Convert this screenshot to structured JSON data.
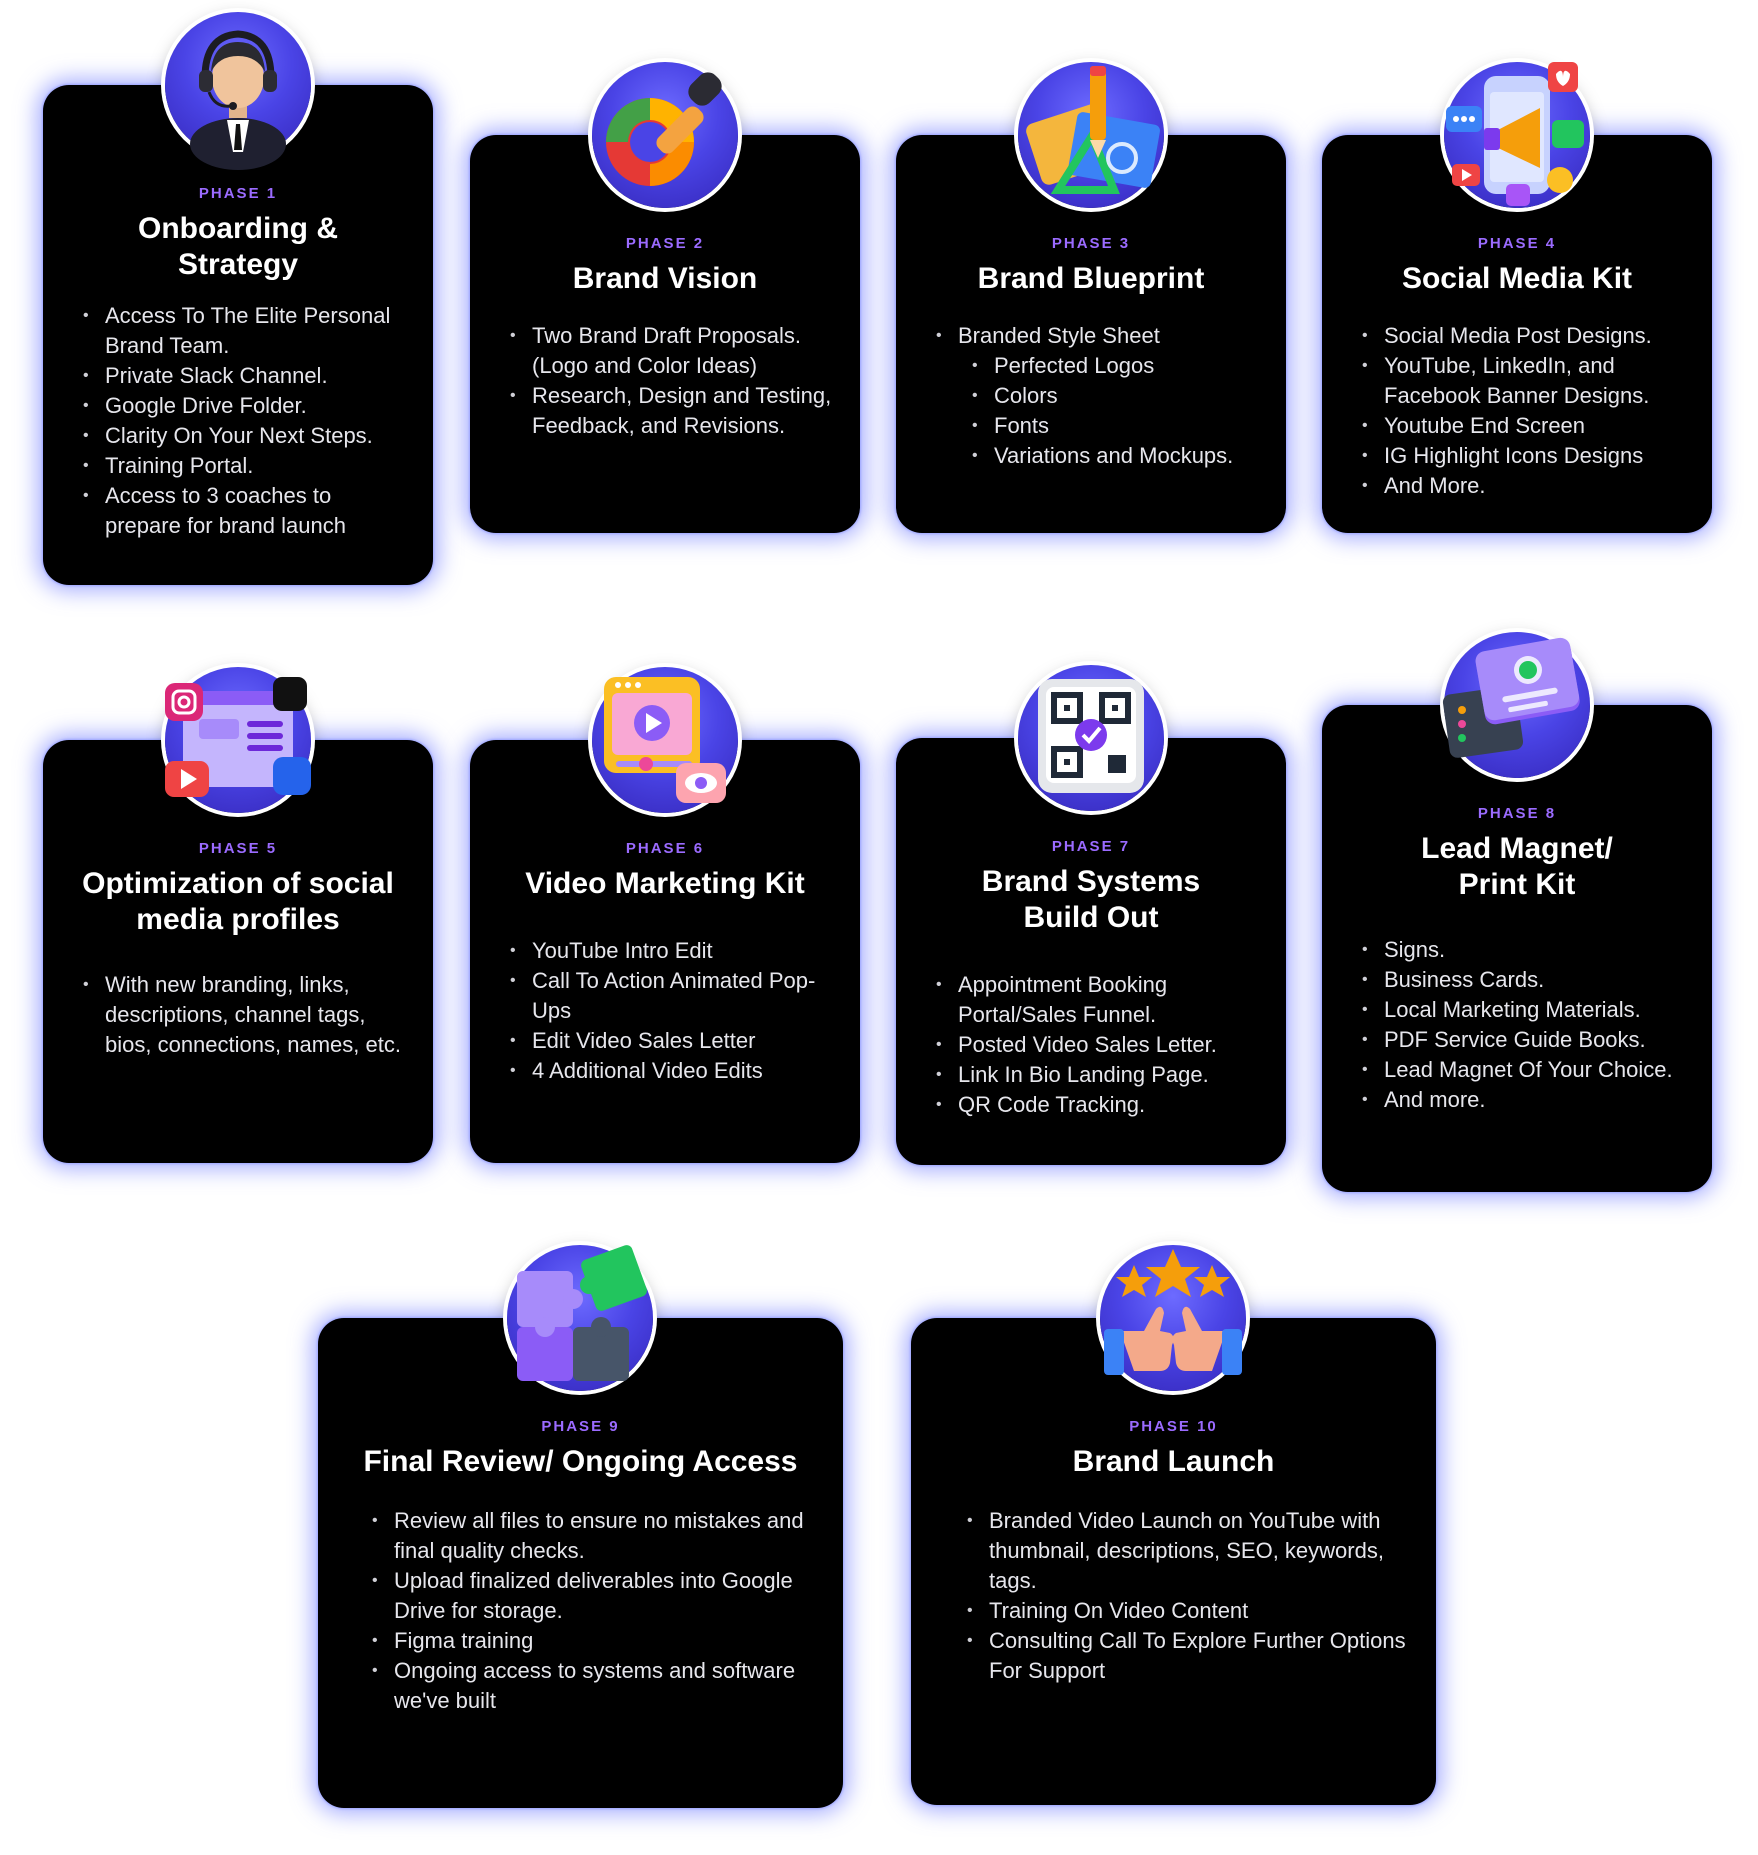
{
  "phases": [
    {
      "label": "PHASE 1",
      "title": "Onboarding & Strategy",
      "items": [
        "Access To The Elite Personal Brand Team.",
        "Private Slack Channel.",
        "Google Drive Folder.",
        "Clarity On Your Next Steps.",
        "Training Portal.",
        "Access to 3 coaches to prepare for brand launch"
      ]
    },
    {
      "label": "PHASE 2",
      "title": "Brand Vision",
      "items": [
        "Two Brand Draft Proposals. (Logo and Color Ideas)",
        "Research, Design and Testing, Feedback, and Revisions."
      ]
    },
    {
      "label": "PHASE 3",
      "title": "Brand Blueprint",
      "items": [
        "Branded Style Sheet",
        "Perfected Logos",
        "Colors",
        "Fonts",
        "Variations and Mockups."
      ]
    },
    {
      "label": "PHASE 4",
      "title": "Social Media Kit",
      "items": [
        "Social Media Post Designs.",
        "YouTube, LinkedIn, and Facebook Banner Designs.",
        "Youtube End Screen",
        "IG Highlight Icons Designs",
        "And More."
      ]
    },
    {
      "label": "PHASE 5",
      "title": "Optimization of  social media profiles",
      "items": [
        "With new branding, links, descriptions, channel tags, bios, connections, names, etc."
      ]
    },
    {
      "label": "PHASE 6",
      "title": "Video Marketing Kit",
      "items": [
        "YouTube Intro Edit",
        "Call To Action Animated Pop-Ups",
        "Edit Video Sales Letter",
        "4 Additional Video Edits"
      ]
    },
    {
      "label": "PHASE 7",
      "title": "Brand Systems Build Out",
      "items": [
        "Appointment Booking Portal/Sales Funnel.",
        "Posted Video Sales Letter.",
        "Link In Bio Landing Page.",
        "QR Code Tracking."
      ]
    },
    {
      "label": "PHASE 8",
      "title": "Lead Magnet/ Print Kit",
      "items": [
        "Signs.",
        "Business Cards.",
        "Local Marketing Materials.",
        "PDF Service Guide Books.",
        "Lead Magnet Of Your Choice.",
        "And more."
      ]
    },
    {
      "label": "PHASE 9",
      "title": "Final Review/ Ongoing Access",
      "items": [
        "Review all files to ensure no mistakes and final quality checks.",
        "Upload finalized deliverables into Google Drive for storage.",
        "Figma training",
        "Ongoing access to systems and software we've built"
      ]
    },
    {
      "label": "PHASE 10",
      "title": "Brand Launch",
      "items": [
        "Branded Video Launch on YouTube with thumbnail, descriptions, SEO, keywords, tags.",
        "Training On Video Content",
        "Consulting Call To Explore Further Options For Support"
      ]
    }
  ],
  "icons": {
    "phase1": "support-agent-icon",
    "phase2": "color-picker-icon",
    "phase3": "design-tools-icon",
    "phase4": "social-megaphone-icon",
    "phase5": "social-profiles-icon",
    "phase6": "video-player-icon",
    "phase7": "qr-code-icon",
    "phase8": "business-card-icon",
    "phase9": "puzzle-icon",
    "phase10": "thumbs-up-stars-icon"
  },
  "colors": {
    "card_background": "#000000",
    "phase_label": "#9b6bff",
    "title_text": "#ffffff",
    "body_text": "#e6e6ec",
    "glow": "#606eff",
    "badge": "#4a44e6"
  }
}
